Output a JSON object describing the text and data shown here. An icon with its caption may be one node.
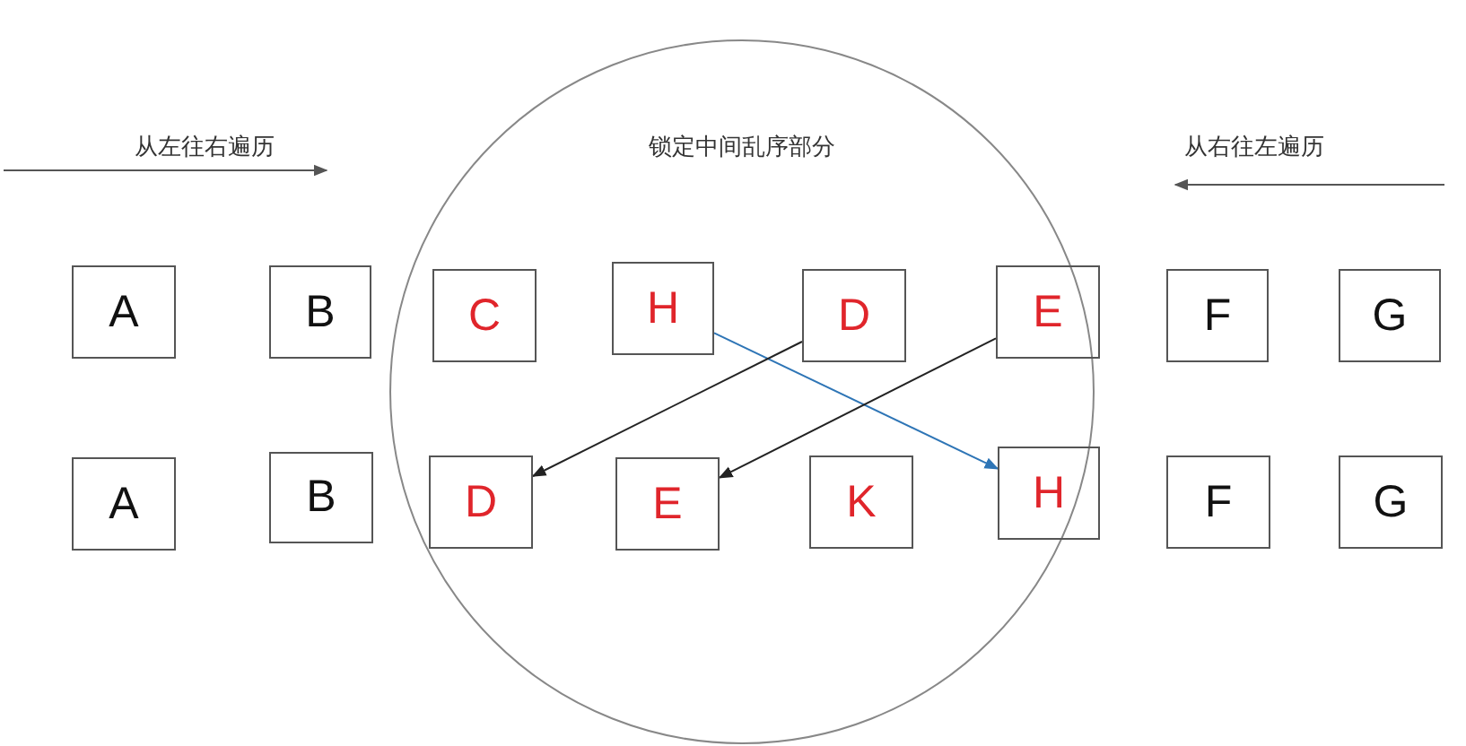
{
  "diagram": {
    "nodes": [
      {
        "text": [
          "锁定中间乱序部分"
        ]
      },
      {
        "text": [
          "A"
        ]
      },
      {
        "text": [
          "B"
        ]
      },
      {
        "text": [
          "C"
        ],
        "in": 0
      },
      {
        "text": [
          "H"
        ],
        "in": 0
      },
      {
        "text": [
          "D"
        ],
        "in": 0
      },
      {
        "text": [
          "E"
        ],
        "in": 0
      },
      {
        "text": [
          "F"
        ]
      },
      {
        "text": [
          "G"
        ]
      },
      {
        "text": [
          "A"
        ]
      },
      {
        "text": [
          "B"
        ]
      },
      {
        "text": [
          "D"
        ],
        "in": 0
      },
      {
        "text": [
          "E"
        ],
        "in": 0
      },
      {
        "text": [
          "K"
        ],
        "in": 0
      },
      {
        "text": [
          "H"
        ],
        "in": 0
      },
      {
        "text": [
          "F"
        ]
      },
      {
        "text": [
          "G"
        ]
      }
    ],
    "edges": [
      {
        "from": 4,
        "to": 14,
        "arrow": "to",
        "color": "#2e75b6"
      },
      {
        "from": 5,
        "to": 11,
        "arrow": "to"
      },
      {
        "from": 6,
        "to": 12,
        "arrow": "to"
      }
    ],
    "labels": [
      "从左往右遍历",
      "从右往左遍历"
    ]
  }
}
